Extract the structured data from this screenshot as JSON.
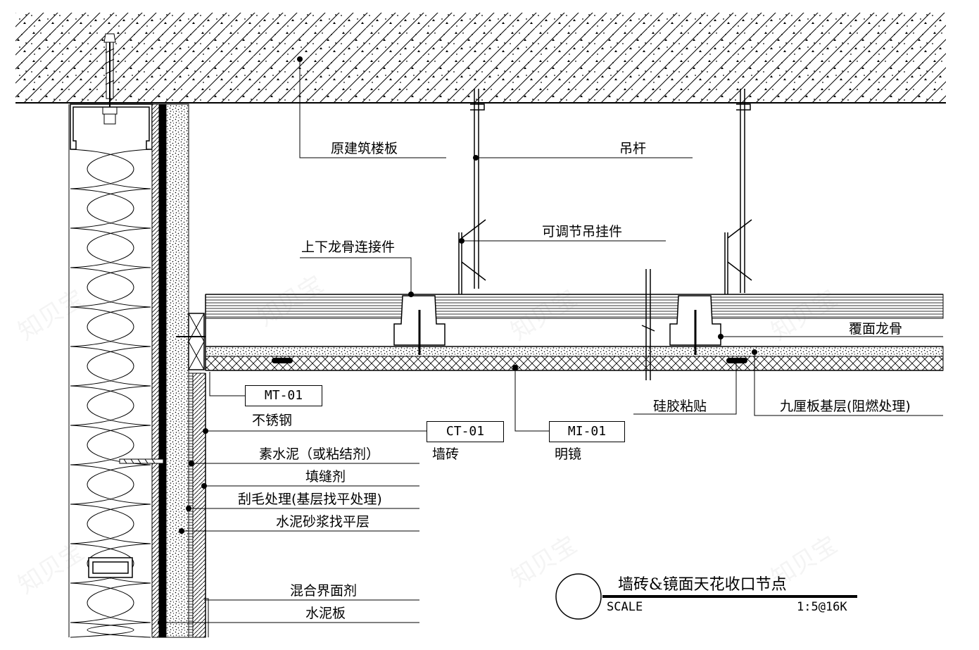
{
  "drawing": {
    "labels": {
      "slab": "原建筑楼板",
      "hanger_rod": "吊杆",
      "adjustable_hanger": "可调节吊挂件",
      "connector": "上下龙骨连接件",
      "cover_keel": "覆面龙骨",
      "silicone": "硅胶粘贴",
      "plywood": "九厘板基层(阻燃处理)",
      "stainless": "不锈钢",
      "tile": "墙砖",
      "mirror": "明镜",
      "cement_paste": "素水泥（或粘结剂）",
      "grout": "填缝剂",
      "scrape": "刮毛处理(基层找平处理)",
      "mortar": "水泥砂浆找平层",
      "interface_agent": "混合界面剂",
      "cement_board": "水泥板"
    },
    "codes": {
      "mt": "MT-01",
      "ct": "CT-01",
      "mi": "MI-01"
    },
    "title": "墙砖&镜面天花收口节点",
    "scale_label": "SCALE",
    "scale_value": "1:5@16K",
    "watermark": "知贝宝"
  },
  "colors": {
    "line": "#000000",
    "background": "#ffffff"
  },
  "icons": [
    "anchor-bolt-icon",
    "screw-icon",
    "section-bubble-icon"
  ]
}
